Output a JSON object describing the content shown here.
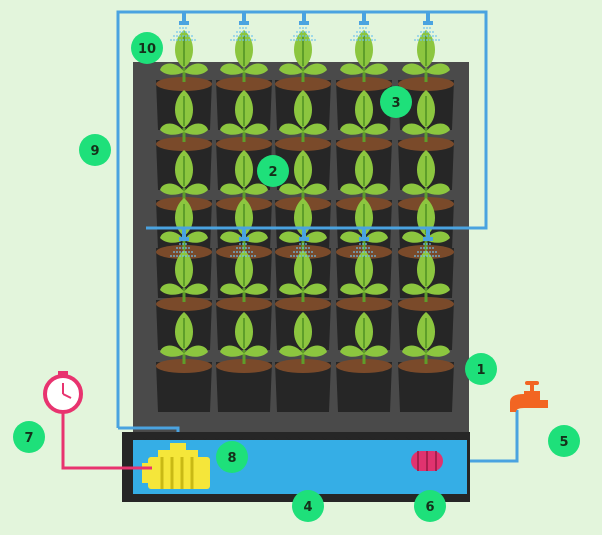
{
  "diagram": {
    "callouts": [
      {
        "id": "1",
        "label": "1"
      },
      {
        "id": "2",
        "label": "2"
      },
      {
        "id": "3",
        "label": "3"
      },
      {
        "id": "4",
        "label": "4"
      },
      {
        "id": "5",
        "label": "5"
      },
      {
        "id": "6",
        "label": "6"
      },
      {
        "id": "7",
        "label": "7"
      },
      {
        "id": "8",
        "label": "8"
      },
      {
        "id": "9",
        "label": "9"
      },
      {
        "id": "10",
        "label": "10"
      }
    ],
    "components": {
      "wall_panel": "vertical-garden-panel",
      "planter_grid": {
        "rows": 6,
        "columns": 5
      },
      "sprinklers": {
        "upper_row": 5,
        "middle_row": 5
      },
      "irrigation_pipe": "blue-pipe-loop",
      "tank": "water-reservoir",
      "pump": "water-pump",
      "float_valve": "float-valve",
      "faucet": "water-tap-icon",
      "timer": "clock-timer-icon"
    },
    "colors": {
      "background": "#e3f5dc",
      "panel": "#4a4a4a",
      "pot": "#262626",
      "soil": "#7a4a2a",
      "leaf": "#8cc63f",
      "leaf_dark": "#5e9e2a",
      "pipe": "#4aa3e0",
      "water": "#35aee6",
      "badge": "#1ee07a",
      "timer_line": "#e8336f",
      "faucet": "#f26522",
      "pump": "#f5e63a"
    }
  }
}
